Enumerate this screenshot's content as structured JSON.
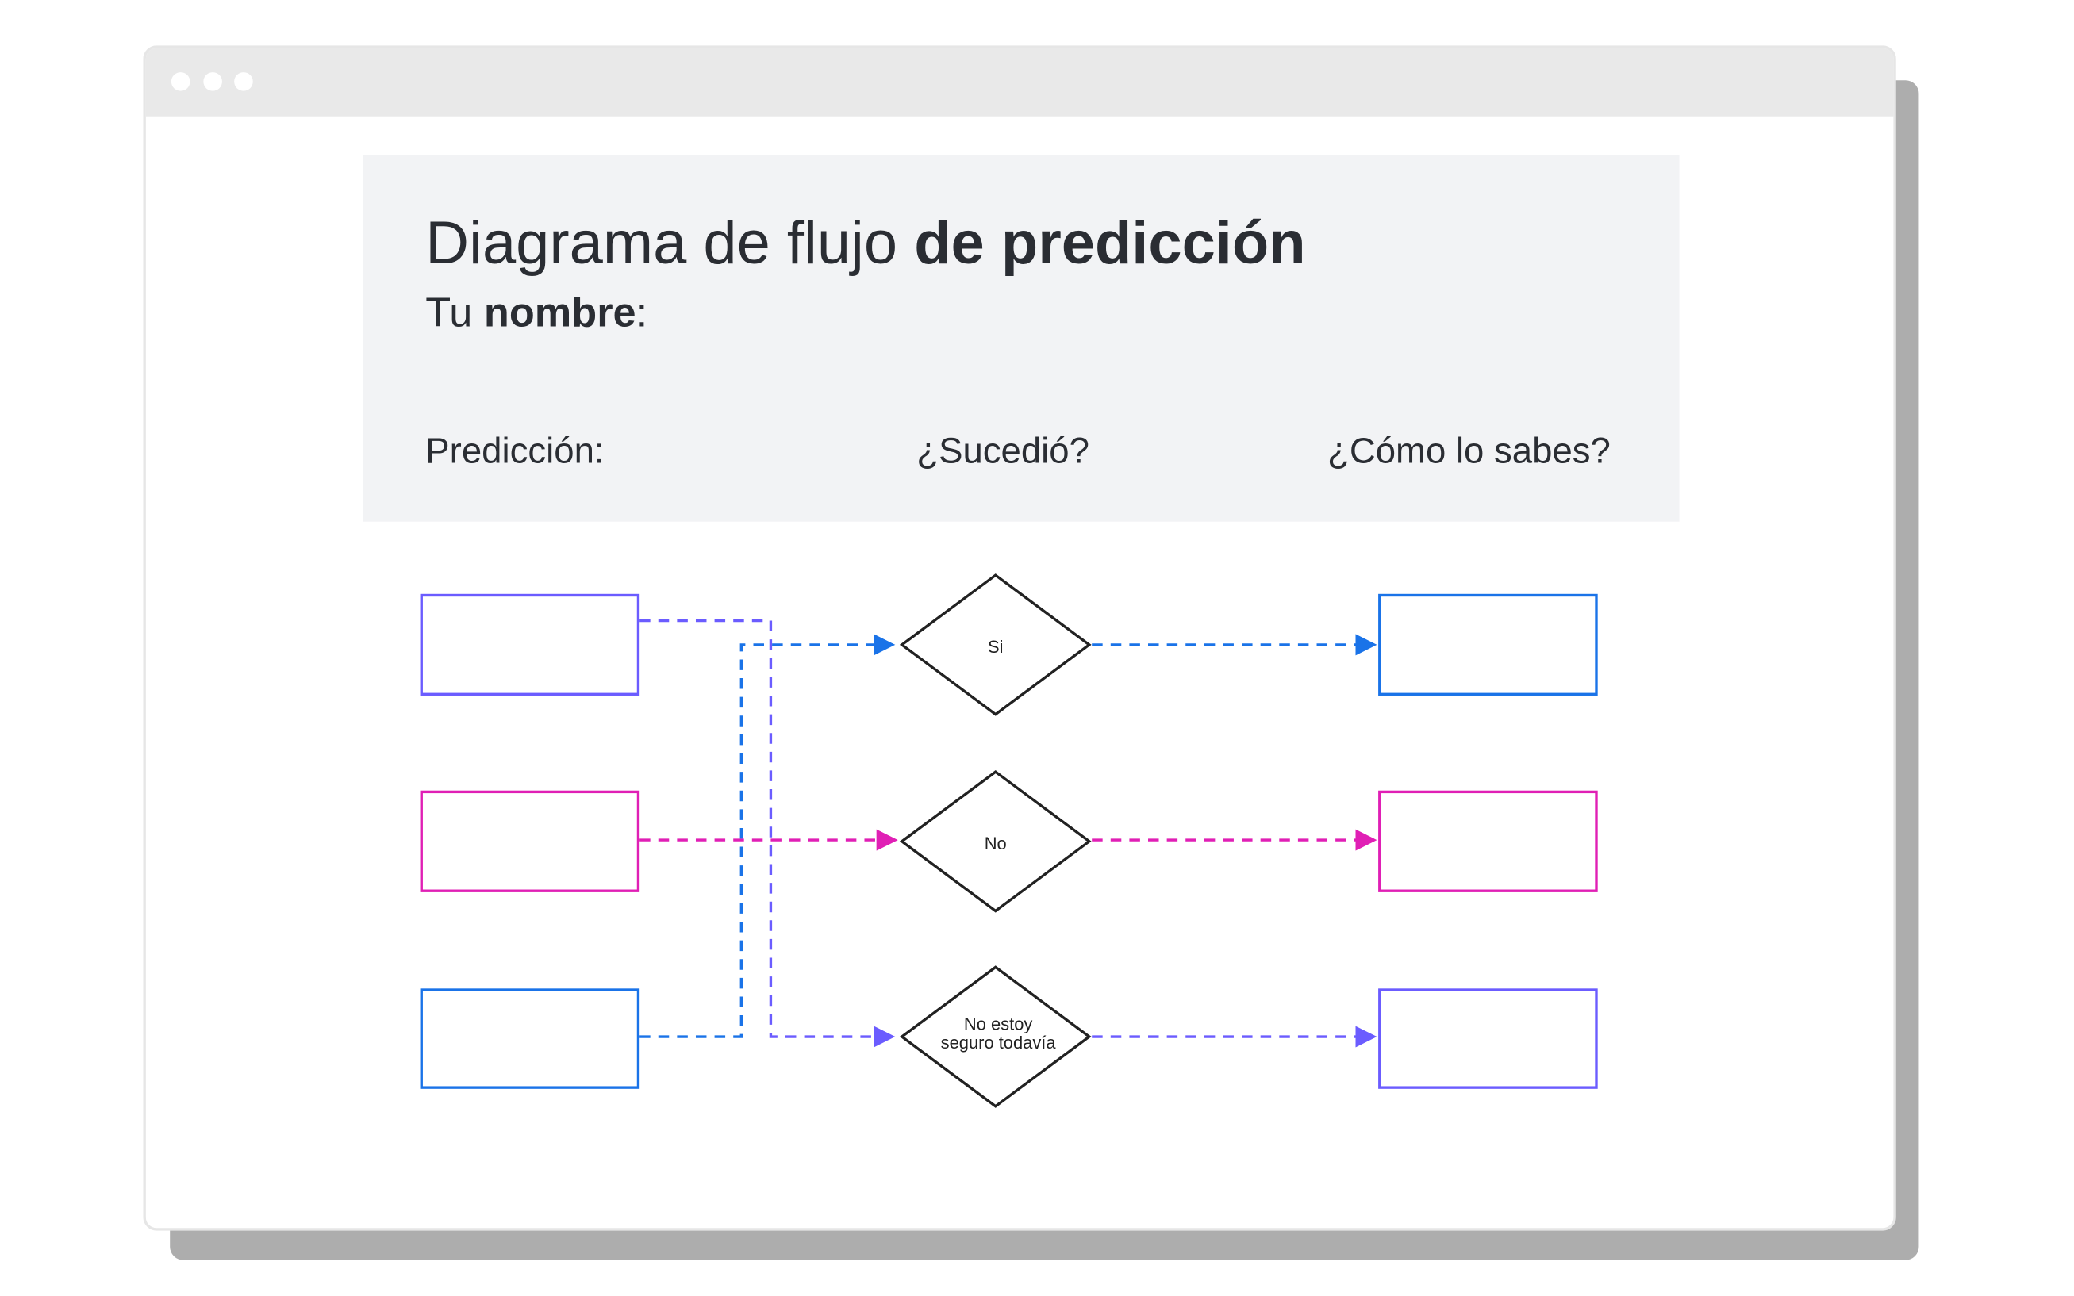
{
  "window": {
    "controls": [
      "close",
      "minimize",
      "maximize"
    ]
  },
  "header": {
    "title_regular": "Diagrama de flujo ",
    "title_bold": "de predicción",
    "name_regular": "Tu ",
    "name_bold": "nombre",
    "name_colon": ":"
  },
  "columns": {
    "prediction": "Predicción:",
    "happened": "¿Sucedió?",
    "how_know": "¿Cómo lo sabes?"
  },
  "decisions": {
    "yes": "Si",
    "no": "No",
    "unsure_line1": "No estoy",
    "unsure_line2": "seguro todavía"
  },
  "colors": {
    "purple": "#6b5cff",
    "magenta": "#e01fb5",
    "blue": "#1a73e8",
    "panel": "#f2f3f5"
  }
}
